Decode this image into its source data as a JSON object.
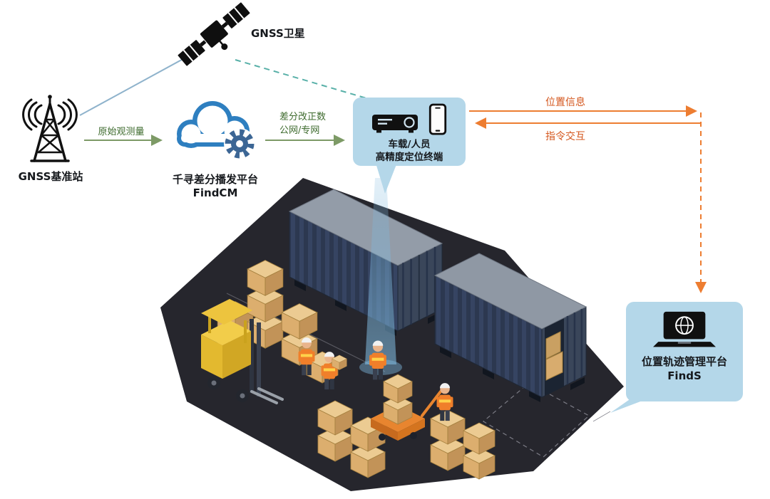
{
  "colors": {
    "background": "#ffffff",
    "bubble_bg": "#b4d7e9",
    "cloud_blue": "#2e7fc0",
    "gear_blue": "#3c6695",
    "green_text": "#3e6b2e",
    "green_arrow": "#7d9a66",
    "orange_arrow": "#ed7d31",
    "orange_text": "#d4571e",
    "satellite_link_solid": "#8fb3cc",
    "satellite_link_dashed": "#58b0a8",
    "beam_blue": "#7fb9de",
    "floor_dark": "#26262d",
    "container_navy": "#2c3850",
    "crate_tan": "#dcae6e",
    "forklift_yellow": "#f2cd4a",
    "vest_orange": "#f07f2a"
  },
  "nodes": {
    "satellite": {
      "label": "GNSS卫星"
    },
    "base_station": {
      "label": "GNSS基准站"
    },
    "cloud_platform": {
      "label_line1": "千寻差分播发平台",
      "label_line2": "FindCM"
    },
    "terminal": {
      "label_line1": "车载/人员",
      "label_line2": "高精度定位终端"
    },
    "management_platform": {
      "label_line1": "位置轨迹管理平台",
      "label_line2": "FindS"
    }
  },
  "links": {
    "raw_observation": {
      "label": "原始观测量"
    },
    "corrections": {
      "label_line1": "差分改正数",
      "label_line2": "公网/专网"
    },
    "position_info": {
      "label": "位置信息"
    },
    "command_interaction": {
      "label": "指令交互"
    }
  }
}
